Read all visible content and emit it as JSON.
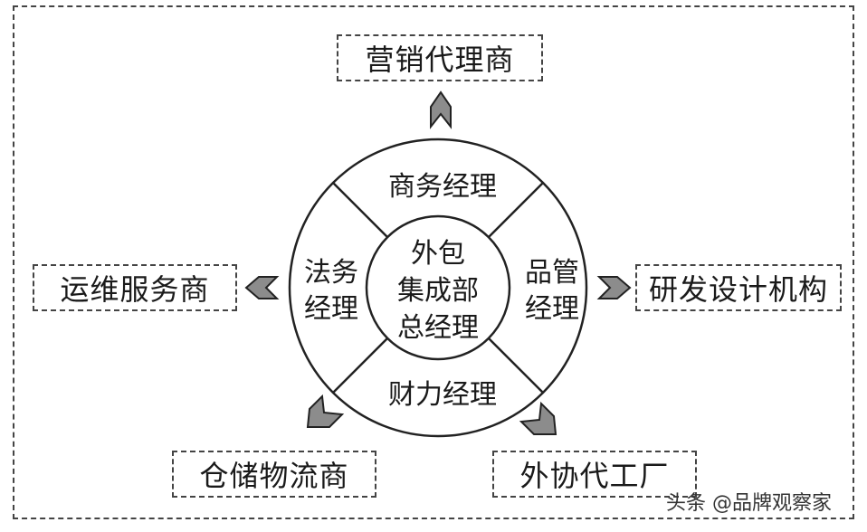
{
  "boxes": {
    "top": "营销代理商",
    "left": "运维服务商",
    "right": "研发设计机构",
    "bottom_left": "仓储物流商",
    "bottom_right": "外协代工厂"
  },
  "ring": {
    "top": "商务经理",
    "left_line1": "法务",
    "left_line2": "经理",
    "right_line1": "品管",
    "right_line2": "经理",
    "bottom": "财力经理"
  },
  "center": {
    "line1": "外包",
    "line2": "集成部",
    "line3": "总经理"
  },
  "watermark": "头条 @品牌观察家",
  "colors": {
    "arrow_fill": "#8c8c8c",
    "stroke": "#222222"
  }
}
